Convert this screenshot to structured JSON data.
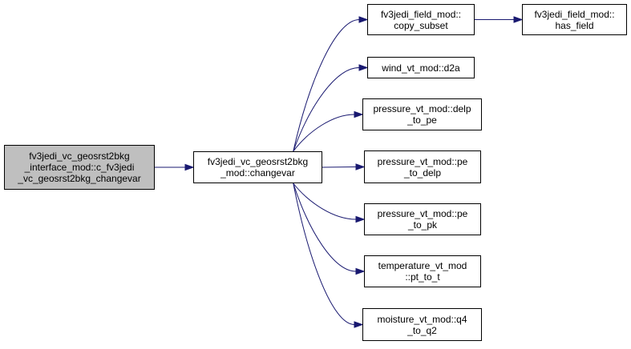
{
  "graph": {
    "edge_color": "#191970",
    "root_fill": "#bfbfbf",
    "nodes": [
      {
        "id": "root",
        "lines": [
          "fv3jedi_vc_geosrst2bkg",
          "_interface_mod::c_fv3jedi",
          "_vc_geosrst2bkg_changevar"
        ]
      },
      {
        "id": "changevar",
        "lines": [
          "fv3jedi_vc_geosrst2bkg",
          "_mod::changevar"
        ]
      },
      {
        "id": "copy_subset",
        "lines": [
          "fv3jedi_field_mod::",
          "copy_subset"
        ]
      },
      {
        "id": "has_field",
        "lines": [
          "fv3jedi_field_mod::",
          "has_field"
        ]
      },
      {
        "id": "d2a",
        "lines": [
          "wind_vt_mod::d2a"
        ]
      },
      {
        "id": "delp_to_pe",
        "lines": [
          "pressure_vt_mod::delp",
          "_to_pe"
        ]
      },
      {
        "id": "pe_to_delp",
        "lines": [
          "pressure_vt_mod::pe",
          "_to_delp"
        ]
      },
      {
        "id": "pe_to_pk",
        "lines": [
          "pressure_vt_mod::pe",
          "_to_pk"
        ]
      },
      {
        "id": "pt_to_t",
        "lines": [
          "temperature_vt_mod",
          "::pt_to_t"
        ]
      },
      {
        "id": "q4_to_q2",
        "lines": [
          "moisture_vt_mod::q4",
          "_to_q2"
        ]
      }
    ],
    "edges": [
      {
        "from": "root",
        "to": "changevar"
      },
      {
        "from": "changevar",
        "to": "copy_subset"
      },
      {
        "from": "copy_subset",
        "to": "has_field"
      },
      {
        "from": "changevar",
        "to": "d2a"
      },
      {
        "from": "changevar",
        "to": "delp_to_pe"
      },
      {
        "from": "changevar",
        "to": "pe_to_delp"
      },
      {
        "from": "changevar",
        "to": "pe_to_pk"
      },
      {
        "from": "changevar",
        "to": "pt_to_t"
      },
      {
        "from": "changevar",
        "to": "q4_to_q2"
      }
    ]
  }
}
